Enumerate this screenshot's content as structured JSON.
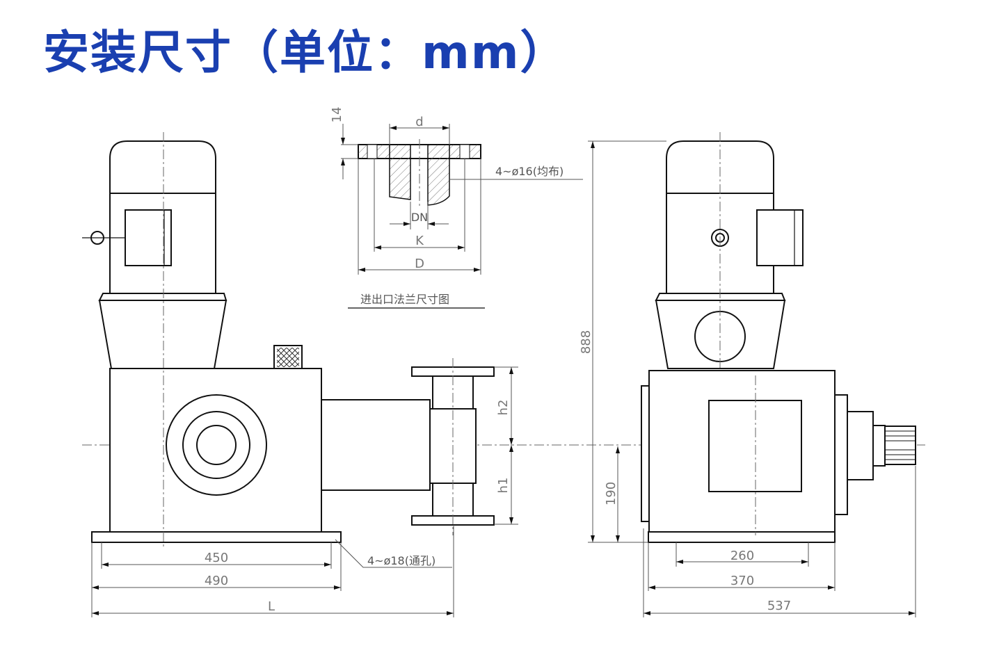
{
  "title": "安装尺寸（单位：mm）",
  "flange_detail": {
    "caption": "进出口法兰尺寸图",
    "thickness": "14",
    "d": "d",
    "dn": "DN",
    "k": "K",
    "D": "D",
    "holes": "4~ø16(均布)"
  },
  "front_view": {
    "dim_450": "450",
    "dim_490": "490",
    "dim_L": "L",
    "dim_h1": "h1",
    "dim_h2": "h2",
    "base_holes": "4~ø18(通孔)"
  },
  "side_view": {
    "dim_888": "888",
    "dim_190": "190",
    "dim_260": "260",
    "dim_370": "370",
    "dim_537": "537"
  }
}
